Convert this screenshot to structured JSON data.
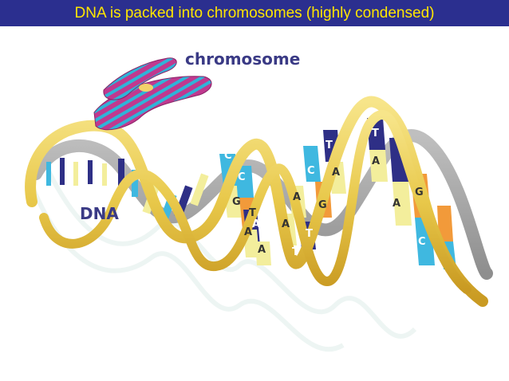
{
  "header": {
    "title": "DNA is packed into chromosomes (highly condensed)"
  },
  "diagram": {
    "labels": {
      "chromosome": "chromosome",
      "dna": "DNA"
    },
    "base_letters": [
      "C",
      "C",
      "G",
      "T",
      "A",
      "A",
      "A",
      "A",
      "T",
      "T",
      "A",
      "C",
      "G",
      "A",
      "T",
      "A",
      "T",
      "A",
      "G",
      "C"
    ],
    "colors": {
      "header_background": "#2b2f8f",
      "header_text": "#ffe600",
      "backbone": "#e8c84a",
      "chromosome_magenta": "#c0398f",
      "chromosome_cyan": "#2fb4d8",
      "base_cyan": "#3fb8e0",
      "base_navy": "#2e2f86",
      "base_yellow": "#f3ee9c",
      "base_orange": "#f29a3a",
      "label_color": "#3a3a85"
    }
  }
}
